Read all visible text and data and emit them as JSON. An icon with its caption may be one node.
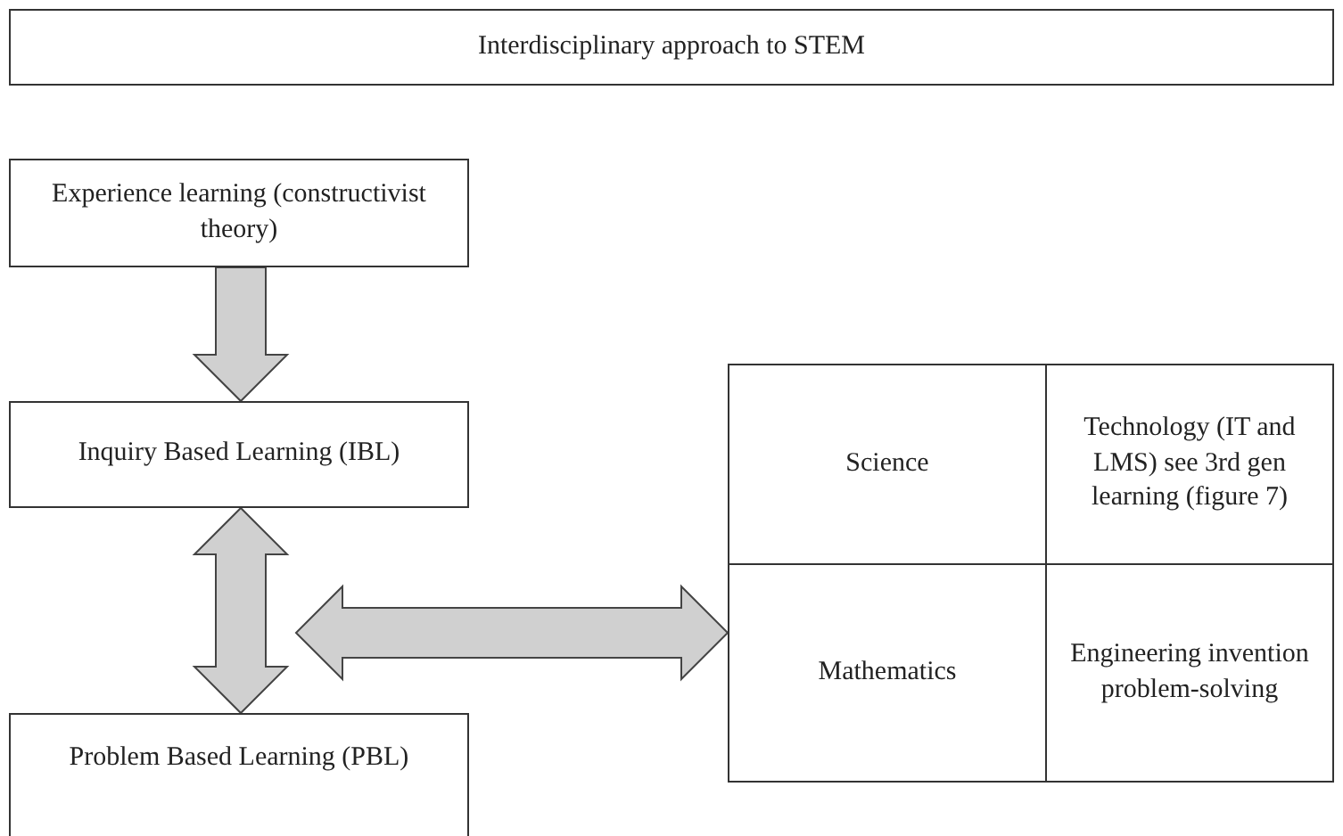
{
  "diagram": {
    "nodes": [
      {
        "text": [
          "Interdisciplinary approach to STEM"
        ]
      },
      {
        "text": [
          "Experience learning (constructivist theory)"
        ]
      },
      {
        "text": [
          "Inquiry Based Learning (IBL)"
        ]
      },
      {
        "text": [
          "Problem Based Learning (PBL)"
        ]
      },
      {
        "text": [
          "Science"
        ]
      },
      {
        "text": [
          "Technology (IT and LMS) see 3rd gen learning (figure 7)"
        ]
      },
      {
        "text": [
          "Mathematics"
        ]
      },
      {
        "text": [
          "Engineering invention problem-solving"
        ]
      }
    ],
    "edges": [
      {
        "from": 1,
        "to": 2,
        "arrow": "to"
      },
      {
        "from": 2,
        "to": 3,
        "arrow": "both"
      },
      {
        "from": null,
        "to": 6,
        "arrow": "both"
      }
    ]
  }
}
